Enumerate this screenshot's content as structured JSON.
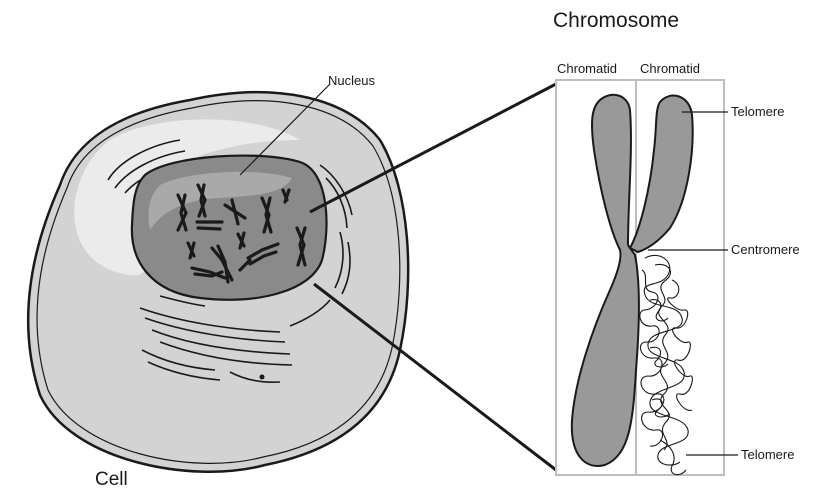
{
  "title": "Chromosome",
  "labels": {
    "nucleus": "Nucleus",
    "cell": "Cell",
    "chromatid_left": "Chromatid",
    "chromatid_right": "Chromatid",
    "telomere_top": "Telomere",
    "centromere": "Centromere",
    "telomere_bottom": "Telomere"
  },
  "colors": {
    "cytoplasm": "#d3d3d3",
    "nucleus": "#8a8a8a",
    "chromosome": "#999999",
    "outline": "#1a1a1a",
    "frame": "#bdbdbd"
  }
}
